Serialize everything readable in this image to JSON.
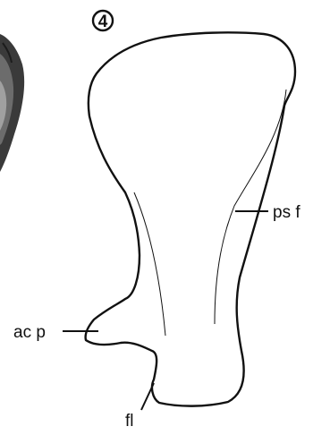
{
  "panel_number": "4",
  "labels": {
    "ps_f": "ps f",
    "ac_p": "ac p",
    "fl": "fl"
  },
  "colors": {
    "outline": "#111111",
    "background": "#ffffff",
    "photo_dark": "#3a3a3a",
    "photo_light": "#8a8a8a"
  }
}
